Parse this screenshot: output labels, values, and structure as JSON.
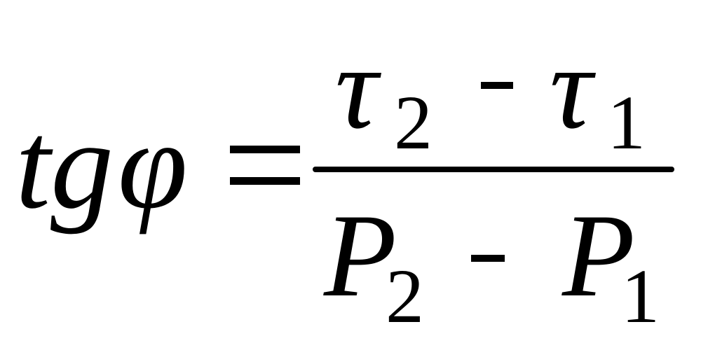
{
  "formula": {
    "lhs": {
      "function": "tg",
      "variable": "φ"
    },
    "numerator": {
      "term1_symbol": "τ",
      "term1_subscript": "2",
      "term2_symbol": "τ",
      "term2_subscript": "1"
    },
    "denominator": {
      "term1_symbol": "P",
      "term1_subscript": "2",
      "term2_symbol": "P",
      "term2_subscript": "1"
    }
  }
}
